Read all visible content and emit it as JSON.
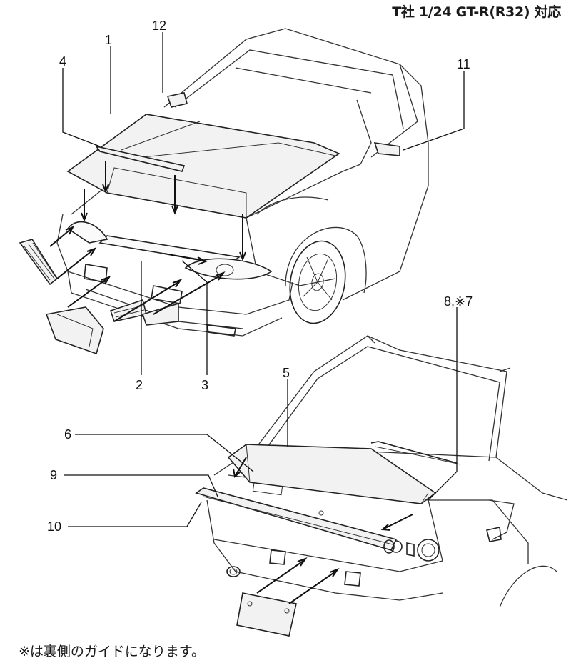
{
  "header": {
    "title": "T社 1/24 GT-R(R32) 対応"
  },
  "footer": {
    "note": "※は裏側のガイドになります。"
  },
  "callouts": {
    "c1": "1",
    "c2": "2",
    "c3": "3",
    "c4": "4",
    "c5": "5",
    "c6": "6",
    "c8": "8,※7",
    "c9": "9",
    "c10": "10",
    "c11": "11",
    "c12": "12"
  },
  "colors": {
    "line": "#222222",
    "fill": "#f2f2f2",
    "background": "#ffffff"
  }
}
